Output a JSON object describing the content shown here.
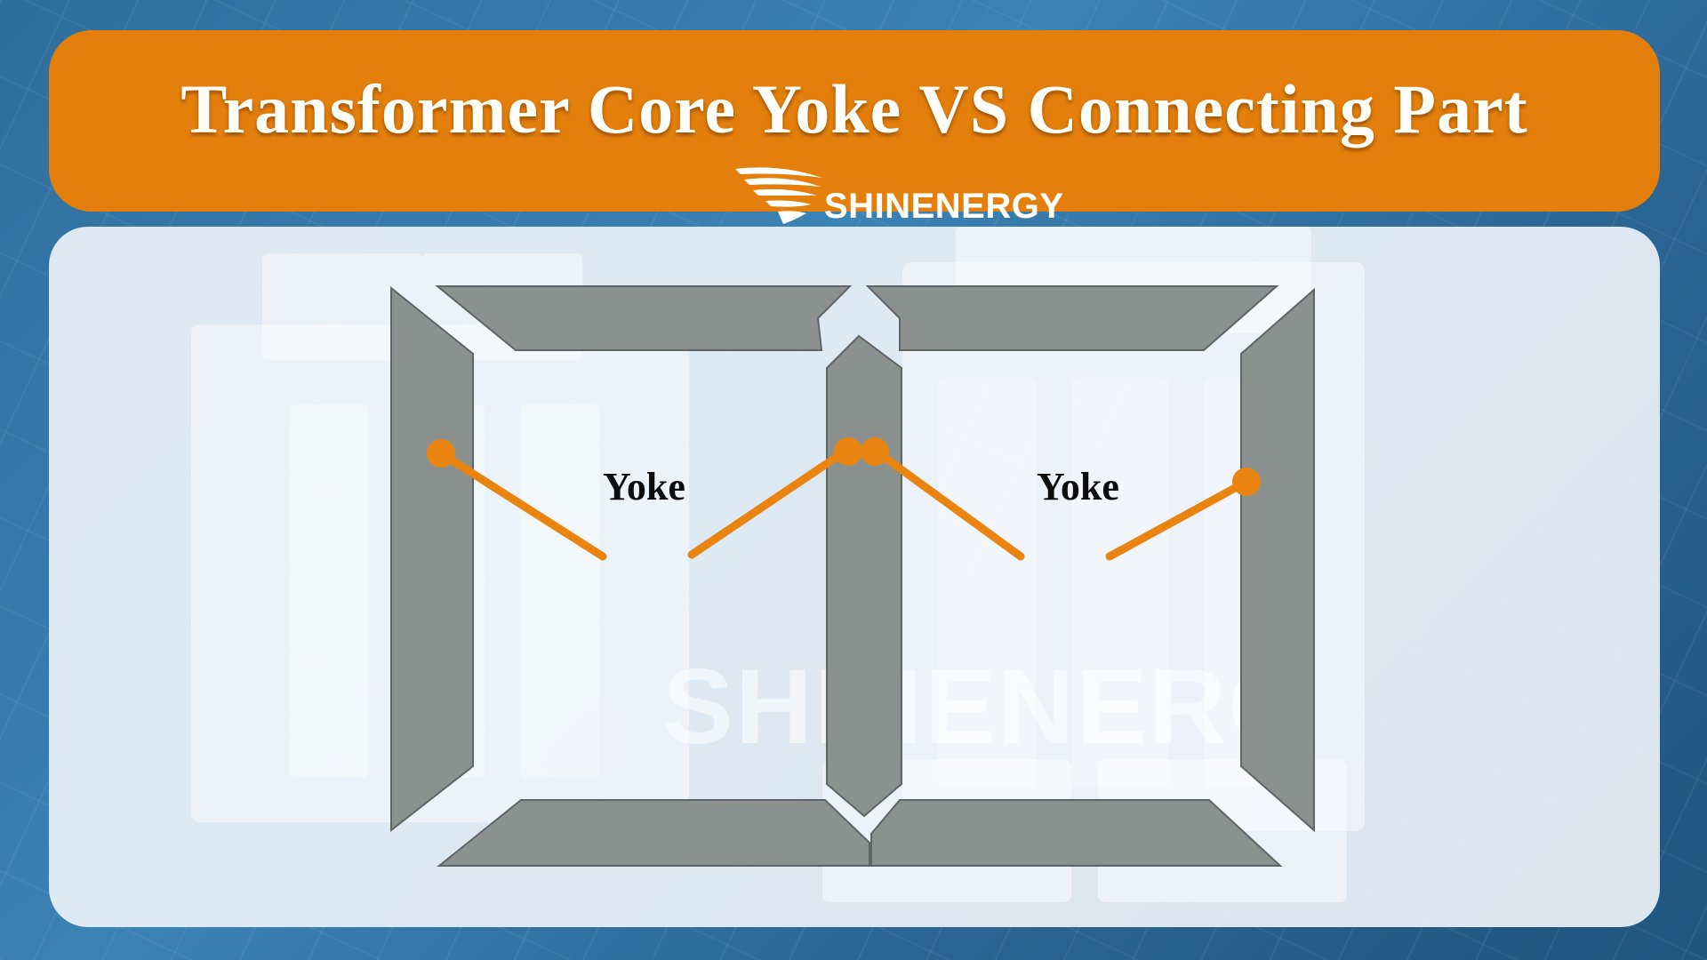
{
  "header": {
    "title": "Transformer Core Yoke VS Connecting Part",
    "logo_text": "SHINENERGY"
  },
  "diagram": {
    "labels": {
      "yoke_left": "Yoke",
      "yoke_right": "Yoke"
    },
    "watermark_text": "SHINENERG",
    "colors": {
      "header": "#e47f0c",
      "core": "#8b918f",
      "core_stroke": "#5f6564",
      "arrow": "#e8840f",
      "panel": "#ebf2f8"
    }
  }
}
